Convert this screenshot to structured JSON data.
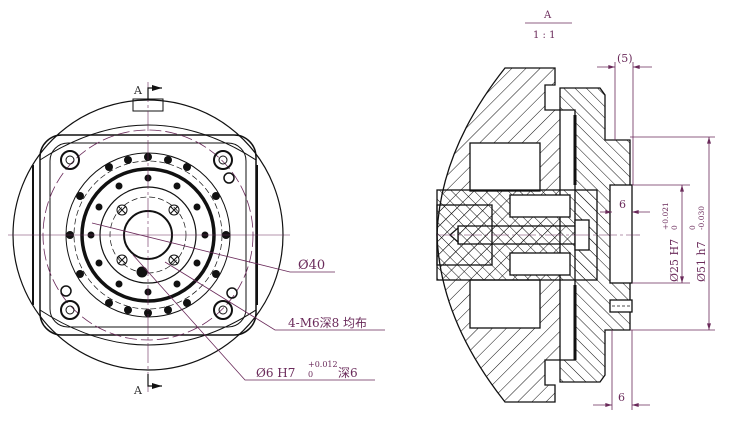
{
  "drawing": {
    "colors": {
      "line": "#111111",
      "dimension": "#6a2a5a",
      "background": "#ffffff"
    },
    "front_view": {
      "section_marker_top": "A",
      "section_marker_bottom": "A",
      "callouts": {
        "bore_diameter": "Ø40",
        "tapped_holes": "4-M6深8 均布",
        "pin_hole_main": "Ø6 H7",
        "pin_hole_tol_upper": "+0.012",
        "pin_hole_tol_lower": "0",
        "pin_hole_depth": "深6"
      }
    },
    "section_view": {
      "title_letter": "A",
      "scale": "1 : 1",
      "dims": {
        "top_offset": "(5)",
        "recess_depth": "6",
        "bottom_offset": "6",
        "inner_dia_main": "Ø25 H7",
        "inner_dia_tol_upper": "+0.021",
        "inner_dia_tol_lower": "0",
        "outer_dia_main": "Ø51 h7",
        "outer_dia_tol_upper": "0",
        "outer_dia_tol_lower": "-0.030"
      }
    }
  }
}
